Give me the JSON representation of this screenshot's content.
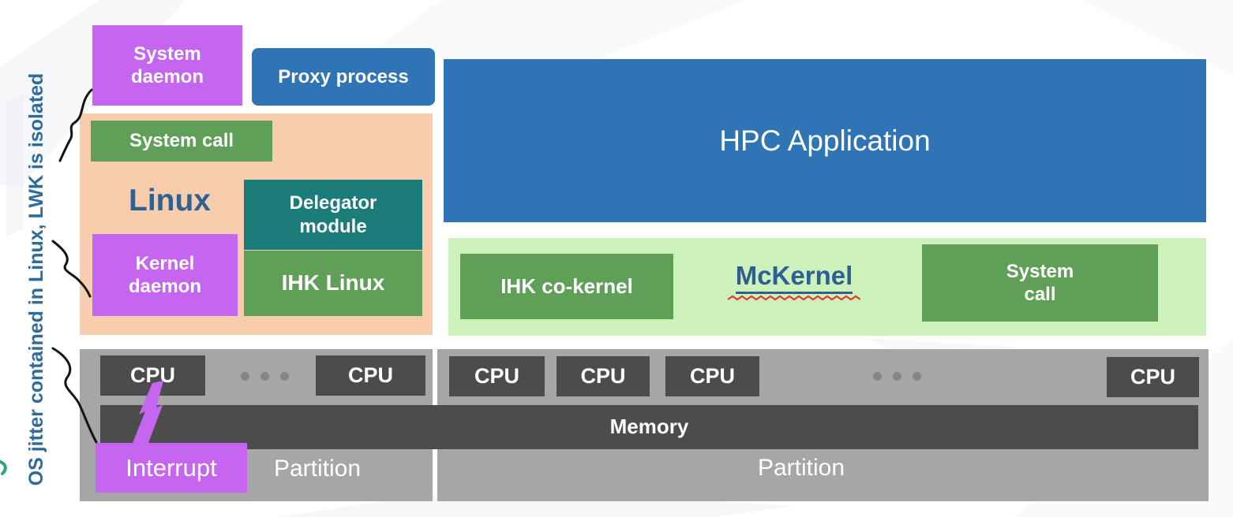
{
  "note": {
    "text": "OS jitter contained in Linux, LWK is isolated"
  },
  "linux_side": {
    "system_daemon": "System daemon",
    "proxy_process": "Proxy process",
    "panel_title": "Linux",
    "system_call": "System call",
    "delegator_module": "Delegator module",
    "ihk_linux": "IHK Linux",
    "kernel_daemon": "Kernel daemon"
  },
  "mckernel_side": {
    "hpc_application": "HPC Application",
    "ihk_co_kernel": "IHK co-kernel",
    "title": "McKernel",
    "system_call": "System call"
  },
  "hardware": {
    "cpu_label": "CPU",
    "memory_label": "Memory",
    "partition_left_label": "Partition",
    "partition_right_label": "Partition",
    "interrupt_label": "Interrupt"
  },
  "colors": {
    "purple": "#c666f0",
    "blue": "#2f74b5",
    "peach": "#f8cdae",
    "green": "#5f9f58",
    "teal": "#1b7c79",
    "light_green": "#cdf1ba",
    "gray": "#a6a6a6",
    "dark_gray": "#4c4c4c",
    "navy_text": "#2d5f94",
    "note_text": "#2e6b9b",
    "spellcheck_red": "#e53935"
  }
}
